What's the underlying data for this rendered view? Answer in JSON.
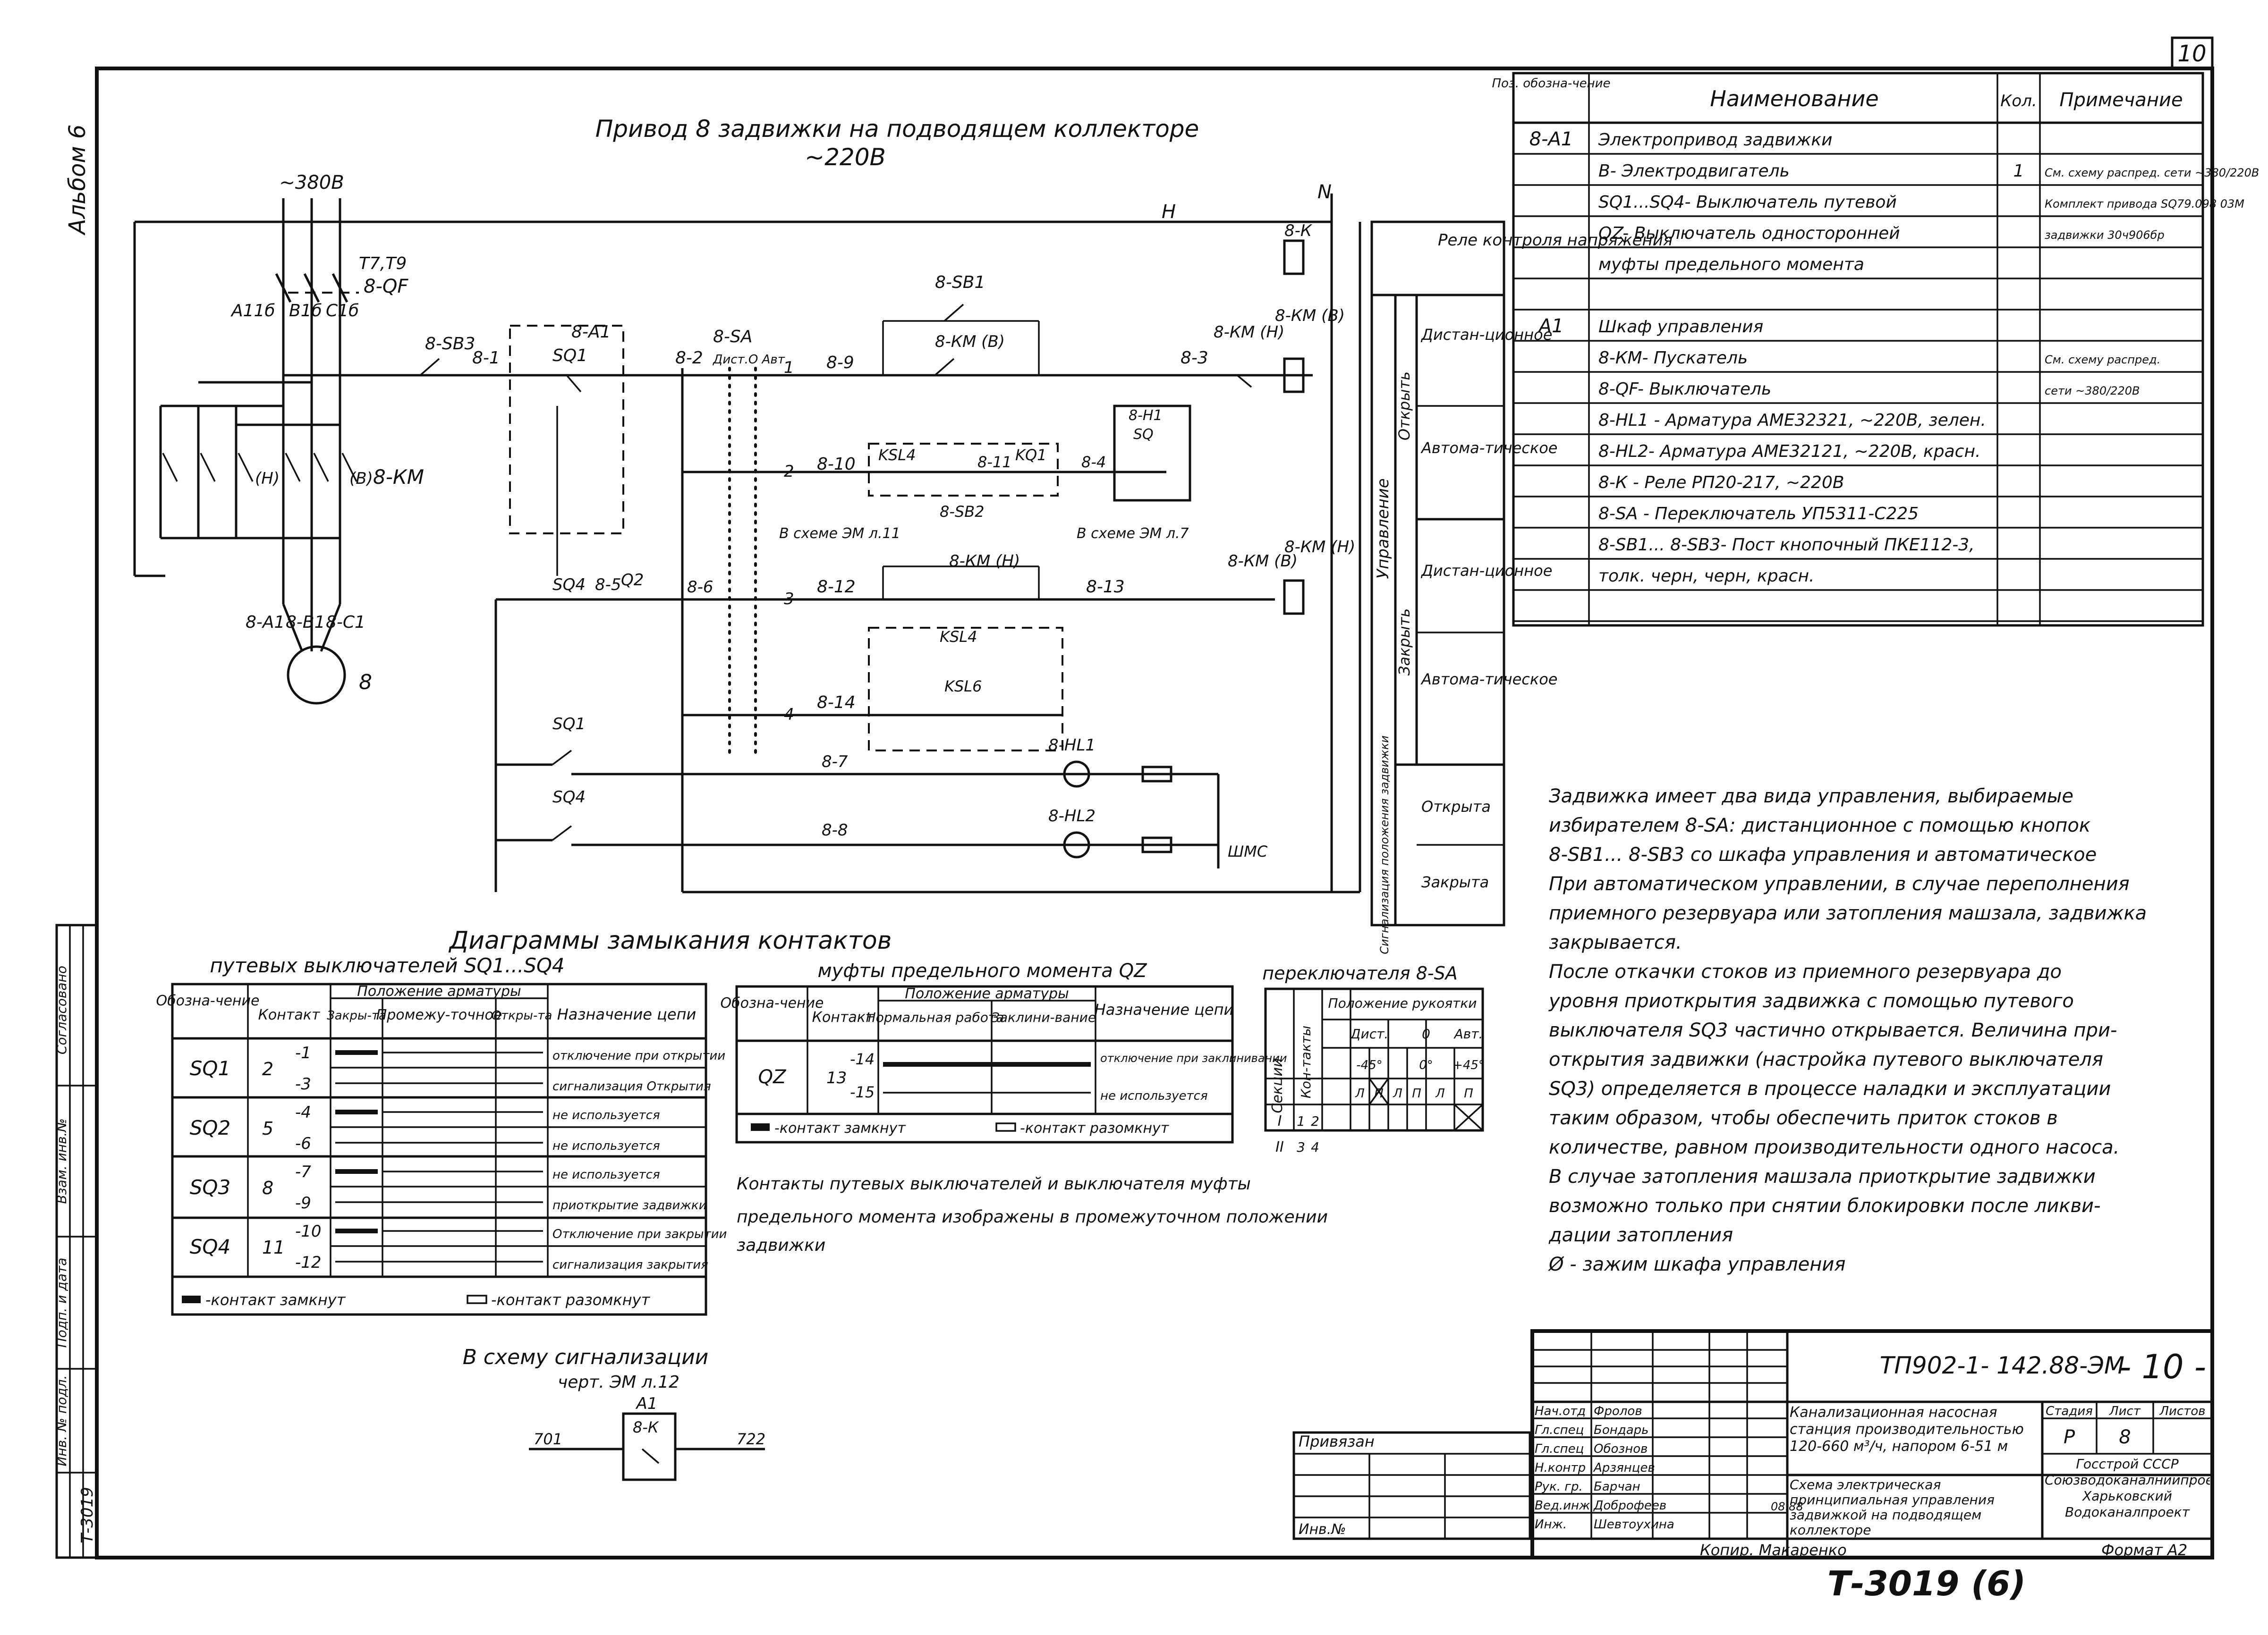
{
  "sheet": {
    "page_number": "10",
    "album_label": "Альбом 6",
    "title_line1": "Привод 8 задвижки на подводящем коллекторе",
    "title_line2": "~220В"
  },
  "schematic": {
    "supply_voltage": "~380В",
    "fuse_breaker": "8-QF",
    "fuse_tags": "Т7,Т9",
    "phases": [
      "А11б",
      "В1б",
      "С1б"
    ],
    "motor_terms": [
      "8-А1",
      "8-В1",
      "8-С1"
    ],
    "motor_label": "8",
    "contactor_main": "8-КМ",
    "bus_n": "N",
    "bus_h": "Н",
    "relay_k": "8-К",
    "sb3": "8-SB3",
    "sb1": "8-SB1",
    "sb2": "8-SB2",
    "wire_8_1": "8-1",
    "wire_8_2": "8-2",
    "wire_8_3": "8-3",
    "wire_8_4": "8-4",
    "wire_8_5": "8-5",
    "wire_8_6": "8-6",
    "wire_8_7": "8-7",
    "wire_8_8": "8-8",
    "wire_8_9": "8-9",
    "wire_8_10": "8-10",
    "wire_8_11": "8-11",
    "wire_8_12": "8-12",
    "wire_8_13": "8-13",
    "wire_8_14": "8-14",
    "a1": "8-А1",
    "sa": "8-SA",
    "sa_modes": "Дист.О Авт.",
    "sq1": "SQ1",
    "sq4": "SQ4",
    "qz": "Q2",
    "km_b": "8-КМ (В)",
    "km_h": "8-КМ (Н)",
    "ksl4": "KSL4",
    "ksl6": "KSL6",
    "kq1": "KQ1",
    "h1": "8-Н1",
    "sq_box": "SQ",
    "hl1": "8-HL1",
    "hl2": "8-HL2",
    "shms": "ШМС",
    "ref1": "В схеме ЭМ л.11",
    "ref2": "В схеме ЭМ л.7",
    "h_label": "(Н)",
    "b_label": "(В)",
    "rows": [
      "1",
      "2",
      "3",
      "4"
    ]
  },
  "function_column": {
    "header": "Реле контроля напряжения",
    "upravlenie": "Управление",
    "otkryt": "Открыть",
    "zakryt": "Закрыть",
    "signal": "Сигнализация положения задвижки",
    "items": [
      "Дистан-ционное",
      "Автома-тическое",
      "Дистан-ционное",
      "Автома-тическое",
      "Открыта",
      "Закрыта"
    ]
  },
  "spec_table": {
    "headers": [
      "Поз. обозна-чение",
      "Наименование",
      "Кол.",
      "Примечание"
    ],
    "rows": [
      [
        "8-А1",
        "Электропривод задвижки",
        "",
        ""
      ],
      [
        "",
        "В- Электродвигатель",
        "1",
        "См. схему распред. сети ~380/220В"
      ],
      [
        "",
        "SQ1...SQ4- Выключатель путевой",
        "",
        "Комплект привода SQ79.098 03М"
      ],
      [
        "",
        "QZ- Выключатель односторонней",
        "",
        "задвижки 30ч906бр"
      ],
      [
        "",
        "муфты предельного момента",
        "",
        ""
      ],
      [
        "",
        "",
        "",
        ""
      ],
      [
        "А1",
        "Шкаф управления",
        "",
        ""
      ],
      [
        "",
        "8-КМ- Пускатель",
        "",
        "См. схему распред."
      ],
      [
        "",
        "8-QF- Выключатель",
        "",
        "сети ~380/220В"
      ],
      [
        "",
        "8-HL1 - Арматура АМЕ32321, ~220В, зелен.",
        "",
        ""
      ],
      [
        "",
        "8-HL2- Арматура АМЕ32121, ~220В, красн.",
        "",
        ""
      ],
      [
        "",
        "8-К - Реле РП20-217, ~220В",
        "",
        ""
      ],
      [
        "",
        "8-SA - Переключатель УП5311-С225",
        "",
        ""
      ],
      [
        "",
        "8-SB1... 8-SB3- Пост кнопочный ПКЕ112-3,",
        "",
        ""
      ],
      [
        "",
        "толк. черн, черн, красн.",
        "",
        ""
      ],
      [
        "",
        "",
        "",
        ""
      ]
    ]
  },
  "notes": [
    "Задвижка имеет два вида управления, выбираемые",
    "избирателем 8-SA: дистанционное с помощью кнопок",
    "8-SB1... 8-SB3 со шкафа управления и автоматическое",
    "При автоматическом управлении, в случае переполнения",
    "приемного резервуара или затопления машзала, задвижка",
    "закрывается.",
    "После откачки стоков из приемного резервуара до",
    "уровня приоткрытия задвижка с помощью путевого",
    "выключателя SQ3 частично открывается. Величина при-",
    "открытия задвижки (настройка путевого выключателя",
    "SQ3) определяется в процессе наладки и эксплуатации",
    "таким образом, чтобы обеспечить приток стоков в",
    "количестве, равном производительности одного насоса.",
    "В случае затопления машзала приоткрытие задвижки",
    "возможно только при снятии блокировки после ликви-",
    "дации затопления",
    "Ø - зажим шкафа управления"
  ],
  "diagrams": {
    "title": "Диаграммы замыкания контактов",
    "limit_switches": {
      "caption": "путевых выключателей SQ1...SQ4",
      "headers": [
        "Обозна-чение",
        "Контакт",
        "Положение арматуры",
        "Закры-та",
        "Промежу-точное",
        "Откры-та",
        "Назначение цепи"
      ],
      "rows": [
        {
          "sw": "SQ1",
          "c": "2",
          "t1": "-1",
          "t2": "-3",
          "p1": "отключение при открытии",
          "p2": "сигнализация Открытия"
        },
        {
          "sw": "SQ2",
          "c": "5",
          "t1": "-4",
          "t2": "-6",
          "p1": "не используется",
          "p2": "не используется"
        },
        {
          "sw": "SQ3",
          "c": "8",
          "t1": "-7",
          "t2": "-9",
          "p1": "не используется",
          "p2": "приоткрытие задвижки"
        },
        {
          "sw": "SQ4",
          "c": "11",
          "t1": "-10",
          "t2": "-12",
          "p1": "Отключение при закрытии",
          "p2": "сигнализация закрытия"
        }
      ],
      "legend_closed": "-контакт замкнут",
      "legend_open": "-контакт разомкнут"
    },
    "torque_clutch": {
      "caption": "муфты предельного момента QZ",
      "headers": [
        "Обозна-чение",
        "Контакт",
        "Положение арматуры",
        "Нормальная работа",
        "Заклини-вание",
        "Назначение цепи"
      ],
      "row": {
        "sw": "QZ",
        "c": "13",
        "t1": "-14",
        "t2": "-15",
        "p1": "отключение при заклинивании",
        "p2": "не используется"
      },
      "legend_closed": "-контакт замкнут",
      "legend_open": "-контакт разомкнут"
    },
    "selector": {
      "caption": "переключателя 8-SA",
      "headers": [
        "Секции",
        "Кон-такты",
        "Положение рукоятки"
      ],
      "positions": [
        "Дист.",
        "0",
        "Авт."
      ],
      "angles": [
        "-45°",
        "0°",
        "+45°"
      ],
      "sub": [
        "Л",
        "П",
        "Л",
        "П",
        "Л",
        "П"
      ],
      "rows": [
        [
          "I",
          "1",
          "2"
        ],
        [
          "II",
          "3",
          "4"
        ]
      ]
    },
    "note": [
      "Контакты путевых выключателей и выключателя муфты",
      "предельного момента изображены в промежуточном положении",
      "задвижки"
    ]
  },
  "signal_ref": {
    "line1": "В схему сигнализации",
    "line2": "черт. ЭМ л.12",
    "a1": "А1",
    "relay": "8-К",
    "left": "701",
    "right": "722"
  },
  "title_block": {
    "code": "ТП902-1- 142.88-ЭМ",
    "sheet_big": "- 10 -",
    "privyazan": "Привязан",
    "inv": "Инв.№",
    "roles": [
      "Нач.отд",
      "Гл.спец",
      "Гл.спец",
      "Н.контр",
      "Рук. гр.",
      "Вед.инж",
      "Инж."
    ],
    "names": [
      "Фролов",
      "Бондарь",
      "Обознов",
      "Арзянцев",
      "Барчан",
      "Доброфеев",
      "Шевтоухина"
    ],
    "date": "08.88",
    "project": "Канализационная насосная станция производительностью 120-660 м³/ч, напором 6-51 м",
    "drawing": "Схема электрическая принципиальная управления задвижкой на подводящем коллекторе",
    "stage_h": [
      "Стадия",
      "Лист",
      "Листов"
    ],
    "stage": "Р",
    "sheet": "8",
    "org": "Госстрой СССР Союзводоканалниипроект Харьковский Водоканалпроект",
    "copied": "Копир. Макаренко",
    "format": "Формат А2",
    "stamp": "Т-3019 (6)"
  },
  "left_strip": {
    "labels": [
      "Согласовано",
      "Взам. инв.№",
      "Подп. и дата",
      "Инв. № подл.",
      "Т-3019"
    ]
  }
}
